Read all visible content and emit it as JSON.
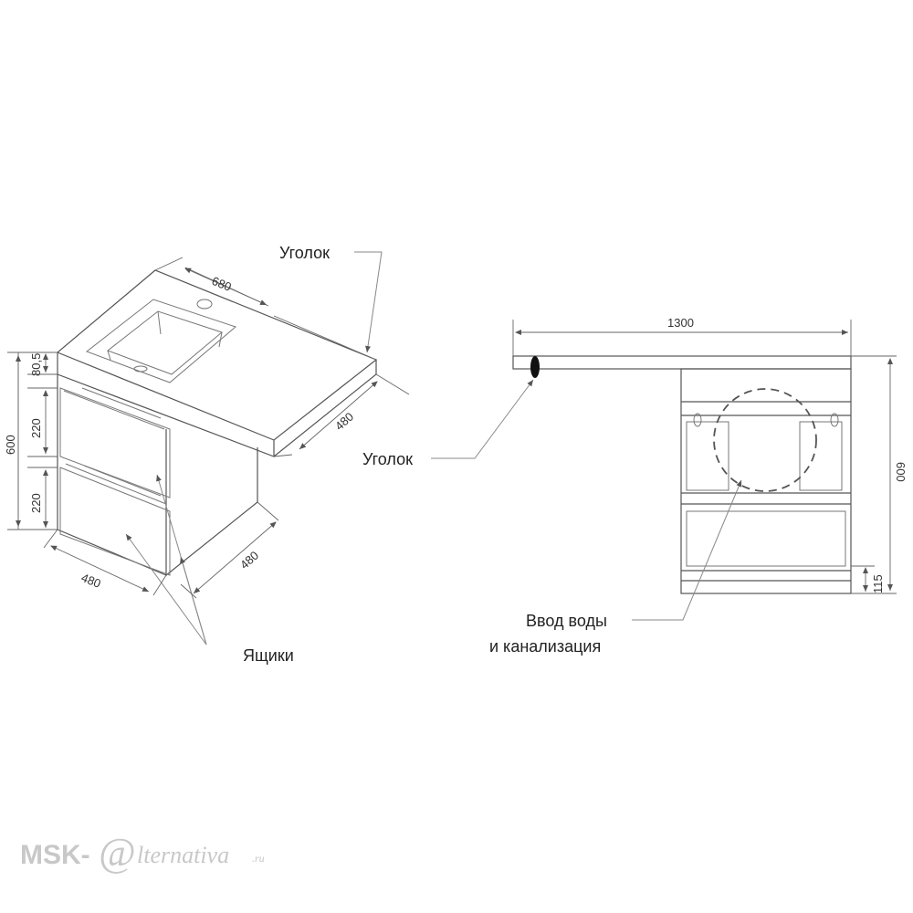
{
  "labels": {
    "corner_left": "Уголок",
    "corner_right": "Уголок",
    "drawers": "Ящики",
    "water_line1": "Ввод воды",
    "water_line2": "и канализация"
  },
  "dimensions": {
    "top_width": "680",
    "top_depth": "480",
    "base_depth": "480",
    "base_width": "480",
    "total_height": "600",
    "top_thickness": "80,5",
    "drawer_upper": "220",
    "drawer_lower": "220",
    "right_width": "1300",
    "right_height": "600",
    "right_bottom": "115"
  },
  "logo": {
    "prefix": "MSK-",
    "at": "@",
    "script": "lternativa",
    "suffix": ".ru"
  },
  "colors": {
    "line": "#555555",
    "logo": "#c8c8c8"
  }
}
